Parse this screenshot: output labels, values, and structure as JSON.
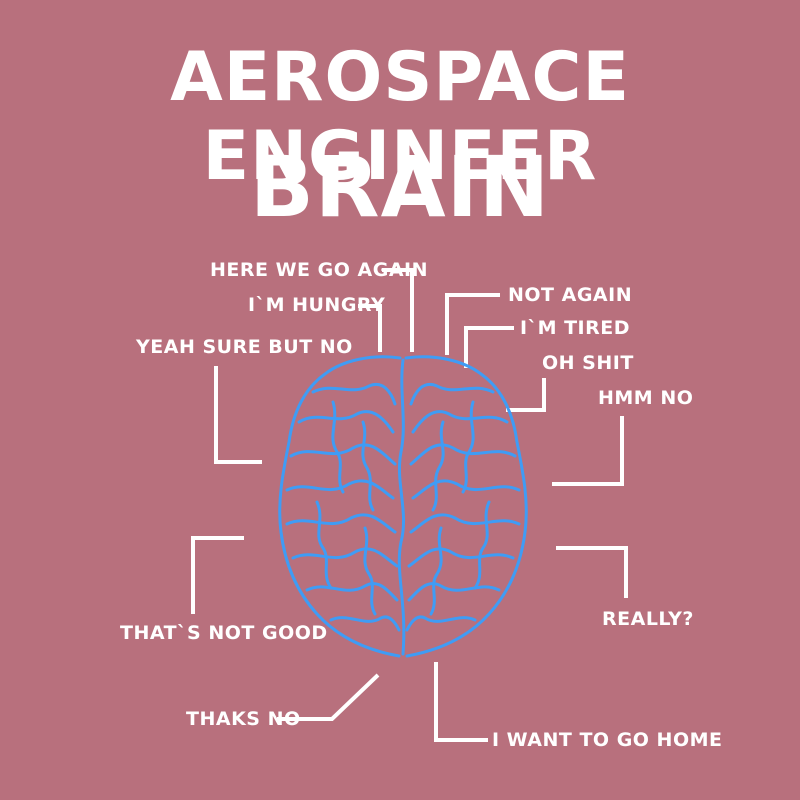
{
  "title": {
    "line1": "AEROSPACE ENGINEER",
    "line2": "BRAIN"
  },
  "labels": {
    "here_we_go_again": "HERE WE GO AGAIN",
    "im_hungry": "I`M HUNGRY",
    "yeah_sure_but_no": "YEAH SURE BUT NO",
    "not_again": "NOT AGAIN",
    "im_tired": "I`M TIRED",
    "oh_shit": "OH SHIT",
    "hmm_no": "HMM NO",
    "thats_not_good": "THAT`S NOT GOOD",
    "really": "REALLY?",
    "thaks_no": "THAKS NO",
    "i_want_to_go_home": "I WANT TO GO HOME"
  },
  "colors": {
    "background": "#b8707d",
    "text": "#ffffff",
    "brain": "#3f9cf5"
  },
  "illustration": "brain-icon"
}
